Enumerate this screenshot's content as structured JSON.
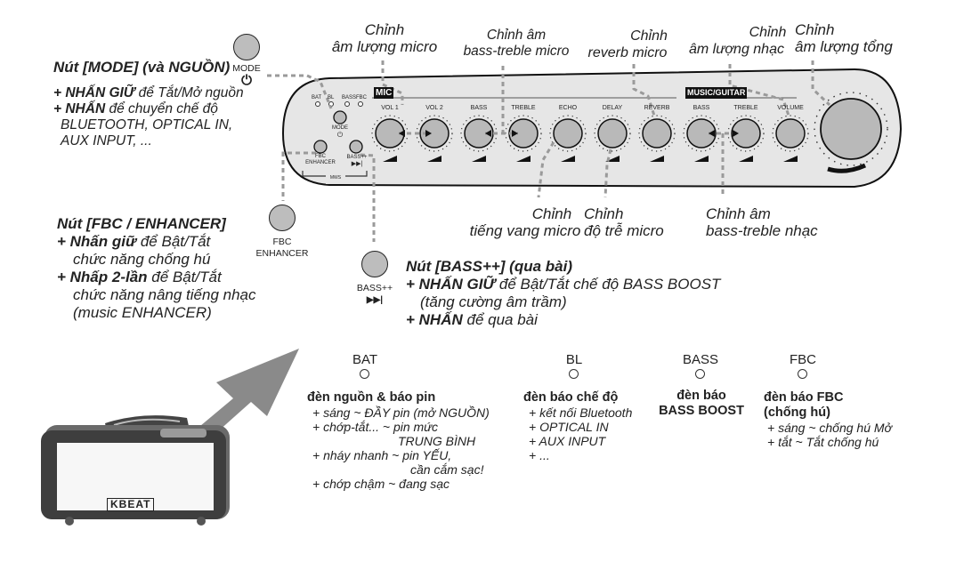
{
  "annotations": {
    "mic_volume": [
      "Chỉnh",
      "âm lượng micro"
    ],
    "mic_bass_treble": [
      "Chỉnh âm",
      "bass-treble micro"
    ],
    "reverb": [
      "Chỉnh",
      "reverb micro"
    ],
    "music_volume": [
      "Chỉnh",
      "âm lượng nhạc"
    ],
    "master_volume": [
      "Chỉnh",
      "âm lượng tổng"
    ],
    "echo": [
      "Chỉnh",
      "tiếng vang micro"
    ],
    "delay": [
      "Chỉnh",
      "độ trễ micro"
    ],
    "music_bass_treble": [
      "Chỉnh âm",
      "bass-treble nhạc"
    ]
  },
  "mode_button": {
    "title": "Nút [MODE] (và NGUỒN)",
    "label": "MODE",
    "line1_bold": "+ NHẤN GIỮ",
    "line1_rest": " để Tắt/Mở nguồn",
    "line2_bold": "+ NHẤN",
    "line2_rest": " để chuyển chế độ",
    "line3": "BLUETOOTH, OPTICAL IN,",
    "line4": "AUX INPUT, ..."
  },
  "fbc_button": {
    "title": "Nút [FBC / ENHANCER]",
    "label1": "FBC",
    "label2": "ENHANCER",
    "line1_bold": "+ Nhấn giữ",
    "line1_rest": " để Bật/Tắt",
    "line2": "chức năng chống hú",
    "line3_bold": "+ Nhấp 2-lần",
    "line3_rest": " để Bật/Tắt",
    "line4": "chức năng nâng tiếng nhạc",
    "line5": "(music ENHANCER)"
  },
  "bass_button": {
    "title": "Nút [BASS++] (qua bài)",
    "label": "BASS++",
    "icon": "▶▶|",
    "line1_bold": "+ NHẤN GIỮ",
    "line1_rest": " để Bật/Tắt chế độ BASS BOOST",
    "line2": "(tăng cường âm trầm)",
    "line3_bold": "+ NHẤN",
    "line3_rest": " để qua bài"
  },
  "panel": {
    "mic_section": "MIC",
    "music_section": "MUSIC/GUITAR",
    "leds": [
      "BAT",
      "BL",
      "BASS",
      "FBC"
    ],
    "mode_label": "MODE",
    "fbc_label1": "FBC",
    "fbc_label2": "ENHANCER",
    "bass_label": "BASS++",
    "group_label": "MWS",
    "knobs": [
      "VOL 1",
      "VOL 2",
      "BASS",
      "TREBLE",
      "ECHO",
      "DELAY",
      "REVERB",
      "BASS",
      "TREBLE",
      "VOLUME"
    ]
  },
  "legend": {
    "bat": {
      "label": "BAT",
      "title": "đèn nguồn & báo pin",
      "lines": [
        "+ sáng ~ ĐẦY pin (mở NGUỒN)",
        "+ chớp-tắt... ~ pin mức",
        "TRUNG BÌNH",
        "+ nháy nhanh ~ pin YẾU,",
        "cần cắm sạc!",
        "+ chớp chậm ~ đang sạc"
      ]
    },
    "bl": {
      "label": "BL",
      "title": "đèn báo chế độ",
      "lines": [
        "+ kết nối Bluetooth",
        "+ OPTICAL IN",
        "+ AUX INPUT",
        "+ ..."
      ]
    },
    "bass": {
      "label": "BASS",
      "title1": "đèn báo",
      "title2": "BASS BOOST"
    },
    "fbc": {
      "label": "FBC",
      "title1": "đèn báo FBC",
      "title2": "(chống hú)",
      "lines": [
        "+ sáng ~ chống hú Mở",
        "+ tắt ~ Tắt chống hú"
      ]
    }
  },
  "speaker": {
    "brand": "KBEAT"
  },
  "colors": {
    "panel_fill": "#e6e6e6",
    "button_fill": "#bdbdbd",
    "knob_fill": "#b9b9b9",
    "dash_line": "#9a9a9a",
    "arrow": "#8a8a8a"
  }
}
